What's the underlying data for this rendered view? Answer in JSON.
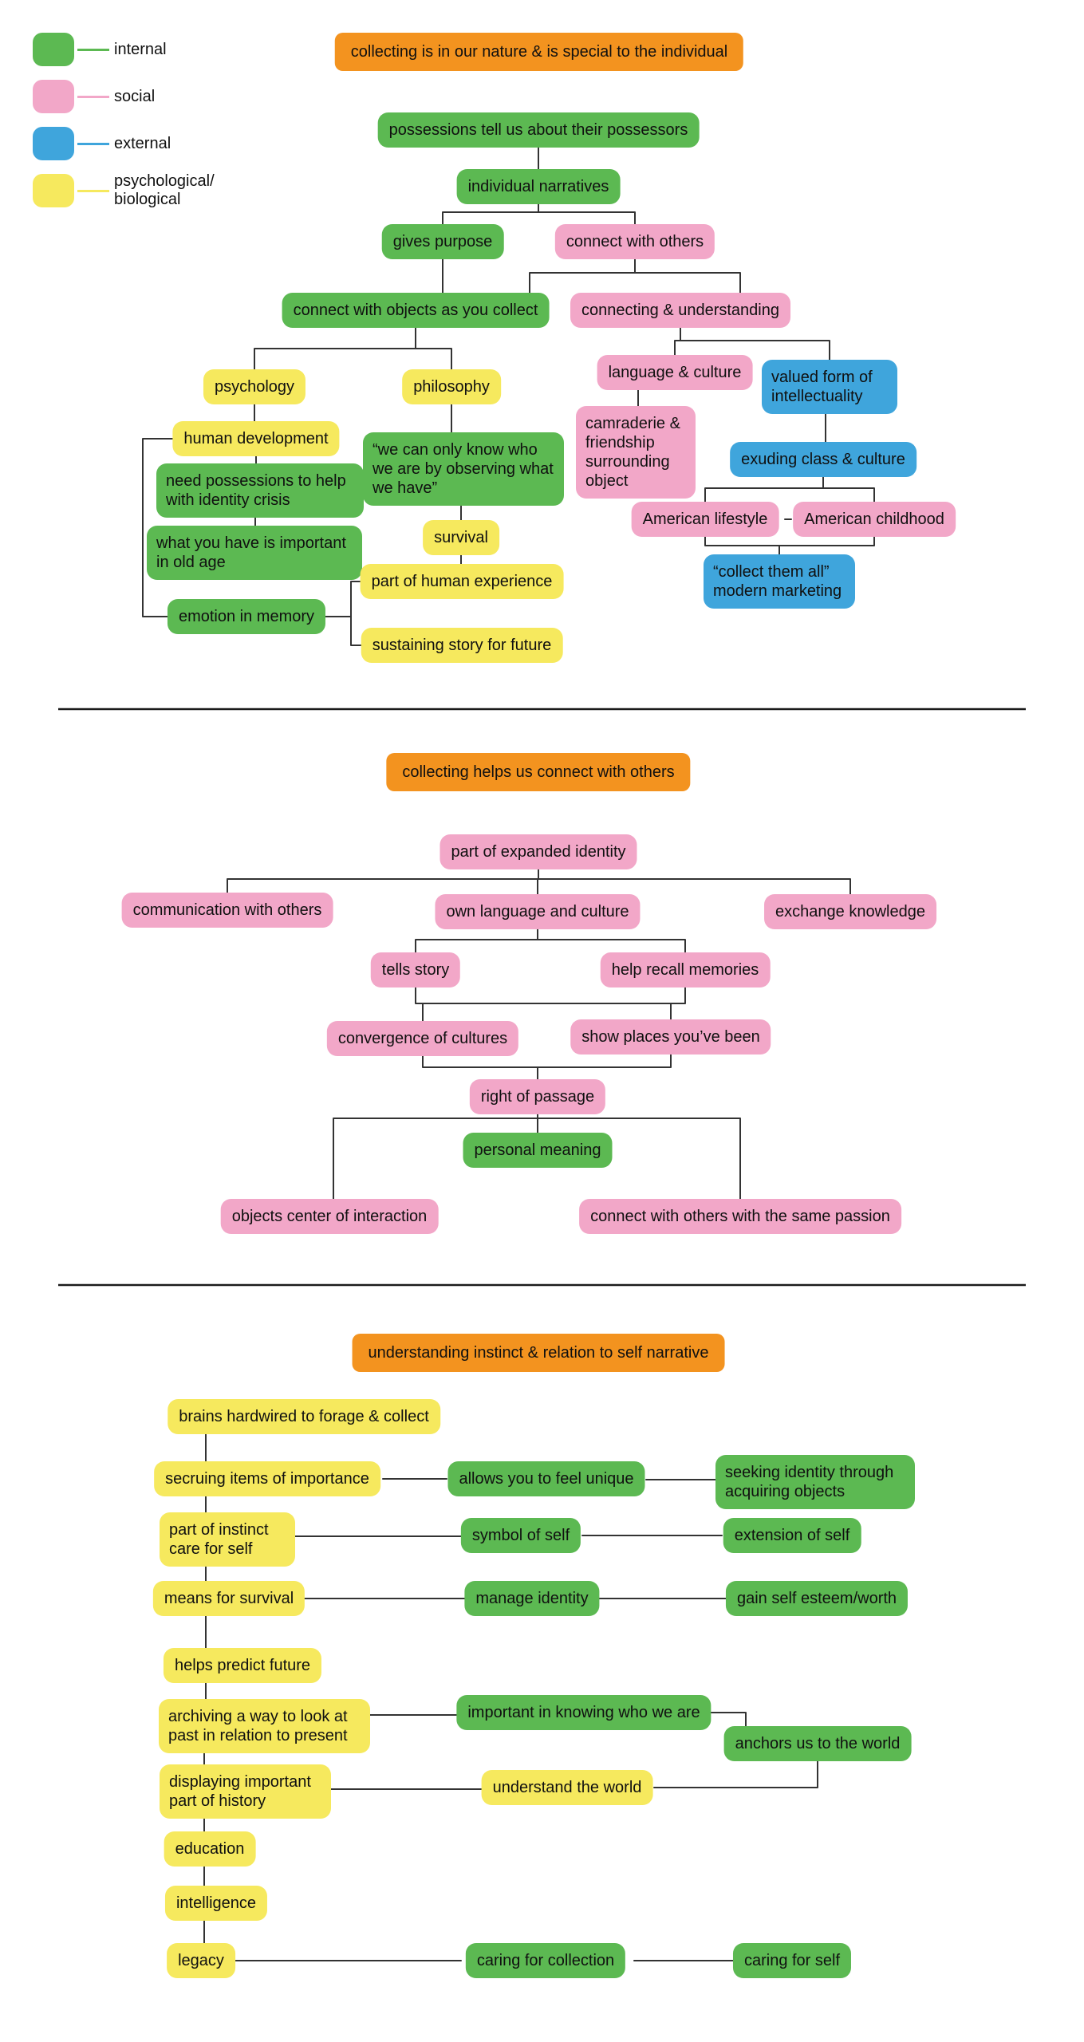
{
  "palette": {
    "internal": "#5cb952",
    "social": "#f2a7c8",
    "external": "#3fa5dc",
    "psych": "#f6e95e",
    "header": "#f3931f",
    "line": "#333333",
    "divider": "#1a1a1a"
  },
  "legend": {
    "internal": "internal",
    "social": "social",
    "external": "external",
    "psych_line1": "psychological/",
    "psych_line2": "biological"
  },
  "nodes": {
    "s1_title": "collecting is in our nature & is special to the individual",
    "possessions": "possessions tell us about their possessors",
    "individual_narratives": "individual narratives",
    "gives_purpose": "gives purpose",
    "connect_with_others": "connect with others",
    "connect_objects": "connect with objects as you collect",
    "connecting_understanding": "connecting & understanding",
    "psychology": "psychology",
    "philosophy": "philosophy",
    "language_culture": "language & culture",
    "valued_intellect": "valued form of intellectuality",
    "human_development": "human development",
    "need_possessions": "need possessions to help with identity crisis",
    "quote": "“we can only know who we are by observing what we have”",
    "camraderie": "camraderie & friendship surrounding object",
    "exuding": "exuding class & culture",
    "old_age": "what you have is important in old age",
    "survival": "survival",
    "american_lifestyle": "American lifestyle",
    "american_childhood": "American childhood",
    "human_experience": "part of human experience",
    "emotion_memory": "emotion in memory",
    "collect_them_all": "“collect them all” modern marketing",
    "sustaining": "sustaining story for future",
    "s2_title": "collecting helps us connect with others",
    "expanded_identity": "part of expanded identity",
    "communication": "communication with others",
    "own_language": "own language and culture",
    "exchange": "exchange knowledge",
    "tells_story": "tells story",
    "recall_memories": "help recall memories",
    "convergence": "convergence of cultures",
    "show_places": "show places you’ve been",
    "right_passage": "right of passage",
    "personal_meaning": "personal meaning",
    "objects_center": "objects center of interaction",
    "same_passion": "connect with others with the same passion",
    "s3_title": "understanding instinct & relation to self narrative",
    "brains": "brains hardwired to forage & collect",
    "securing": "secruing items of importance",
    "feel_unique": "allows you to feel unique",
    "seeking_identity": "seeking identity through acquiring objects",
    "part_instinct": "part of instinct care for self",
    "symbol_self": "symbol of self",
    "extension_self": "extension of self",
    "means_survival": "means for survival",
    "manage_identity": "manage identity",
    "self_esteem": "gain self esteem/worth",
    "predict_future": "helps predict future",
    "archiving": "archiving a way to look at past in relation to present",
    "knowing_who": "important in knowing who we are",
    "anchors": "anchors us to the world",
    "displaying": "displaying important part of history",
    "understand_world": "understand the world",
    "education": "education",
    "intelligence": "intelligence",
    "legacy": "legacy",
    "caring_collection": "caring for collection",
    "caring_self": "caring for self"
  }
}
